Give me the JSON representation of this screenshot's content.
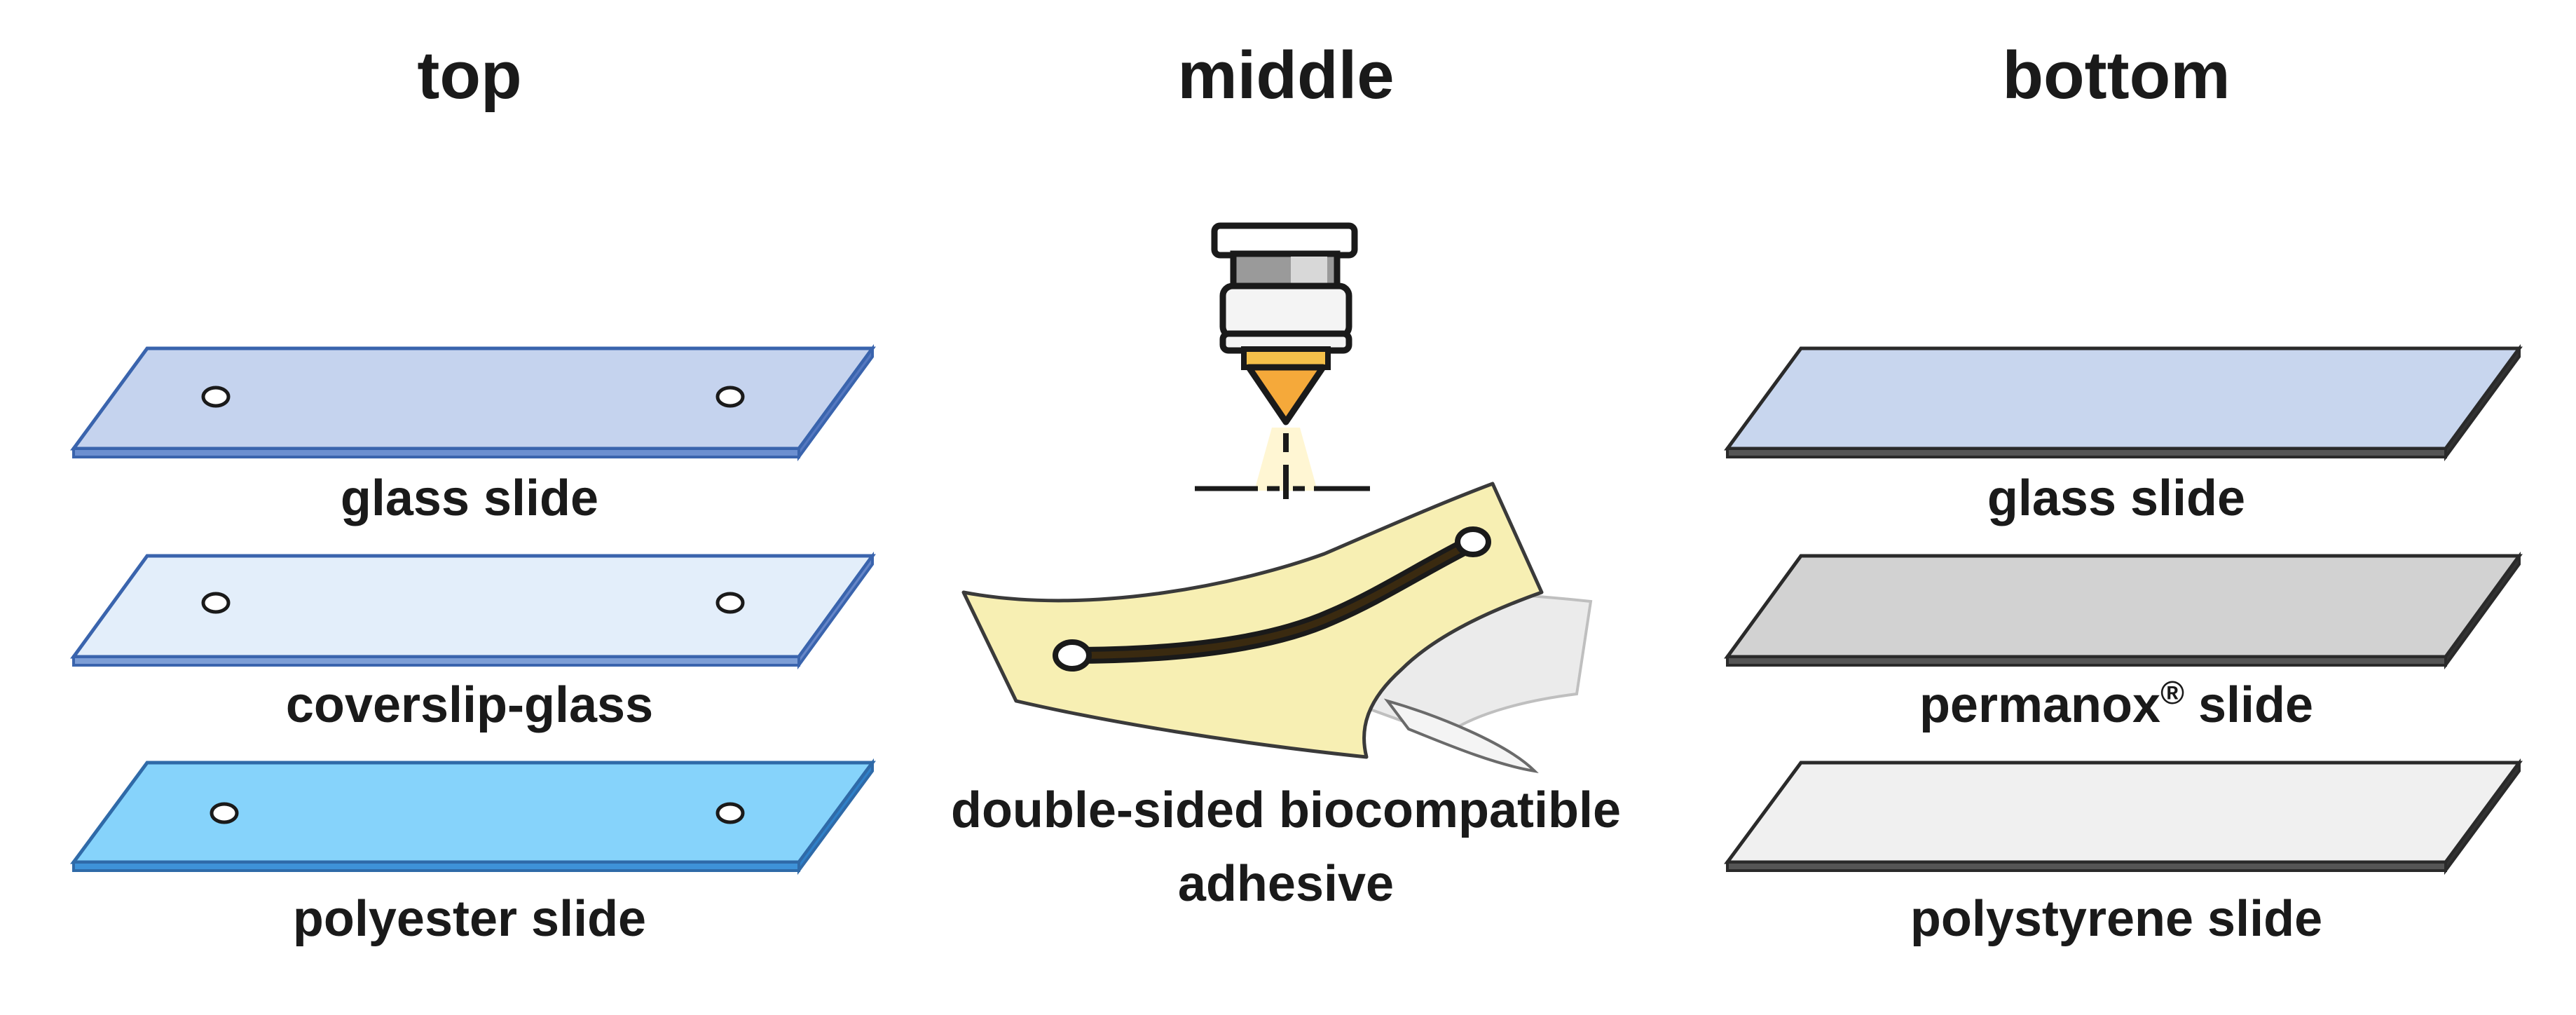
{
  "headers": {
    "top": "top",
    "middle": "middle",
    "bottom": "bottom"
  },
  "top_column": {
    "items": [
      {
        "label": "glass slide",
        "color": "#c5d3ee"
      },
      {
        "label": "coverslip-glass",
        "color": "#e3eefa"
      },
      {
        "label": "polyester slide",
        "color": "#86d3fb"
      }
    ]
  },
  "middle_column": {
    "icon": "laser-cutter-nozzle-icon",
    "label_line1": "double-sided biocompatible",
    "label_line2": "adhesive",
    "adhesive_color": "#f7efb3"
  },
  "bottom_column": {
    "items": [
      {
        "label": "glass slide",
        "color": "#c8d6ee"
      },
      {
        "label": "permanox",
        "label_sup": "®",
        "label_suffix": " slide",
        "color": "#d2d2d2"
      },
      {
        "label": "polystyrene slide",
        "color": "#f0f0f0"
      }
    ]
  }
}
